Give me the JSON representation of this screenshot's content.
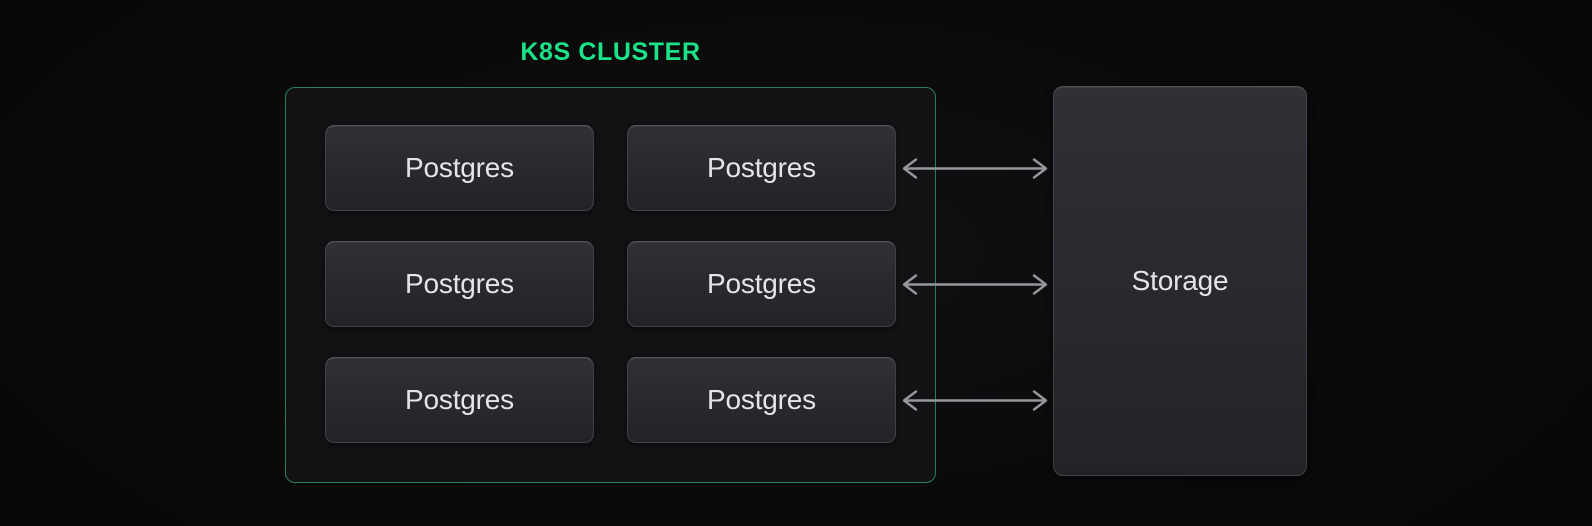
{
  "diagram": {
    "title": "K8S CLUSTER",
    "cluster": {
      "nodes": [
        {
          "label": "Postgres"
        },
        {
          "label": "Postgres"
        },
        {
          "label": "Postgres"
        },
        {
          "label": "Postgres"
        },
        {
          "label": "Postgres"
        },
        {
          "label": "Postgres"
        }
      ]
    },
    "storage": {
      "label": "Storage"
    },
    "connections": [
      {
        "from": "postgres-row-1",
        "to": "storage",
        "type": "bidirectional"
      },
      {
        "from": "postgres-row-2",
        "to": "storage",
        "type": "bidirectional"
      },
      {
        "from": "postgres-row-3",
        "to": "storage",
        "type": "bidirectional"
      }
    ],
    "colors": {
      "background": "#0a0a0b",
      "background_center": "#111113",
      "cluster_background": "#121214",
      "cluster_border": "#27805c",
      "accent_green": "#1ce287",
      "node_fill_top": "#2f3136",
      "node_fill_bottom": "#222327",
      "node_border": "#404248",
      "text": "#e4e5e7",
      "arrow": "#96989d"
    }
  }
}
